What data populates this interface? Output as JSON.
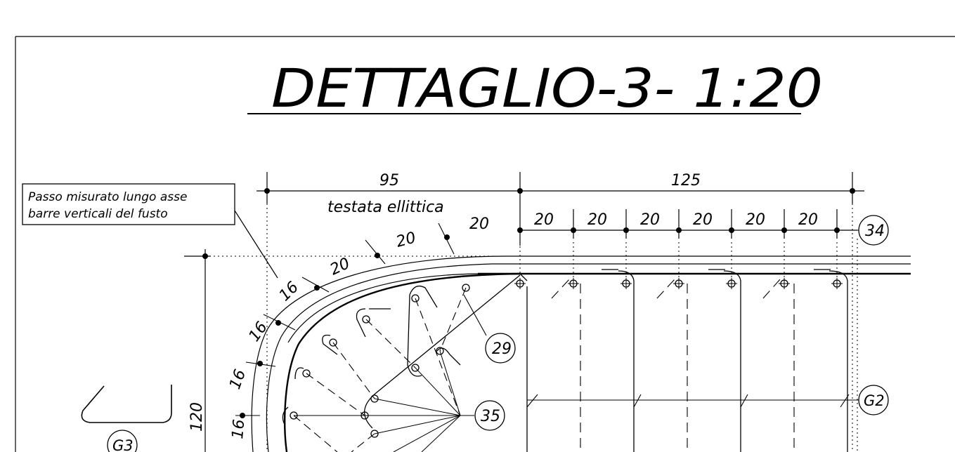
{
  "title": "DETTAGLIO-3-  1:20",
  "note": {
    "line1": "Passo misurato lungo asse",
    "line2": "barre verticali del fusto"
  },
  "subtitle": "testata ellittica",
  "dimensions": {
    "top_left": "95",
    "top_right": "125",
    "vertical": "120",
    "straight_spacing": [
      "20",
      "20",
      "20",
      "20",
      "20",
      "20"
    ],
    "curved_spacing": [
      "20",
      "20",
      "20",
      "16",
      "16",
      "16",
      "16"
    ]
  },
  "callouts": {
    "c34": "34",
    "c29": "29",
    "c35": "35",
    "g2": "G2",
    "g3": "G3"
  }
}
